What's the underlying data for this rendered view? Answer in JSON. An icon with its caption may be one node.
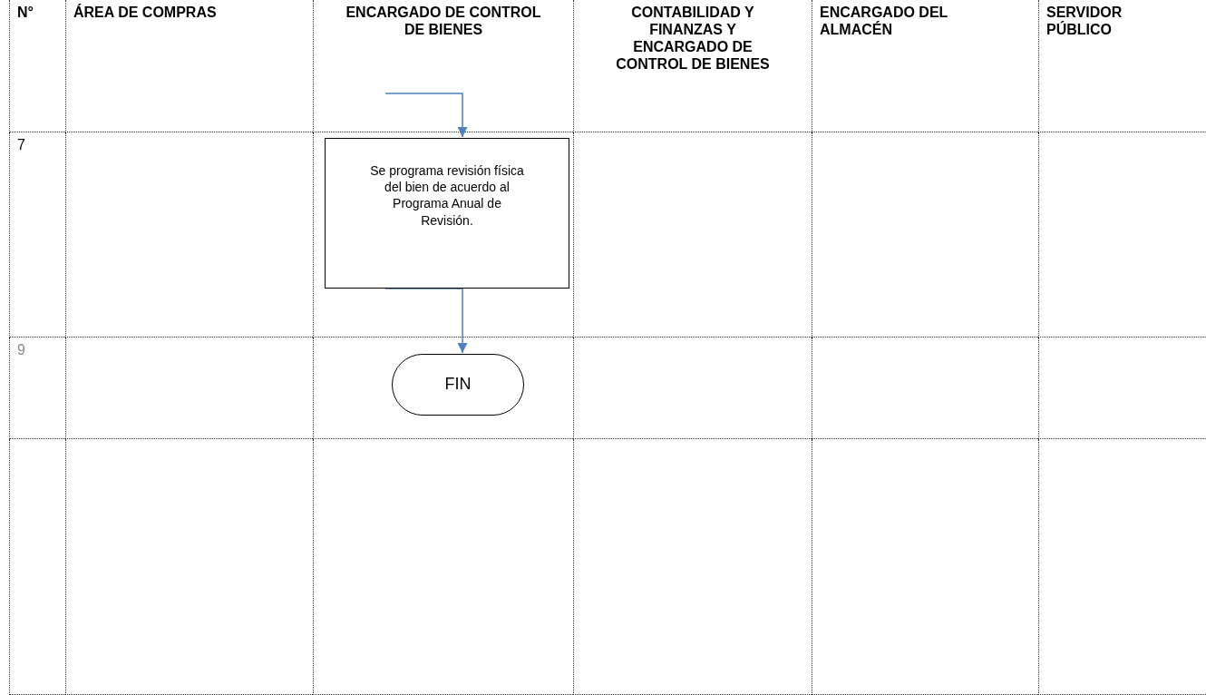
{
  "diagram": {
    "nodes": [
      {
        "text": [
          "Se programa revisión física del bien de acuerdo al Programa Anual de Revisión."
        ]
      },
      {
        "text": [
          "FIN"
        ]
      }
    ],
    "edges": [
      {
        "from": null,
        "to": 0,
        "arrow": "to"
      },
      {
        "from": 0,
        "to": 1,
        "arrow": "to"
      }
    ],
    "labels": [
      "N°",
      "ÁREA DE COMPRAS",
      "ENCARGADO DE CONTROL DE BIENES",
      "CONTABILIDAD Y FINANZAS Y ENCARGADO DE CONTROL DE BIENES",
      "ENCARGADO DEL ALMACÉN",
      "SERVIDOR PÚBLICO",
      "7",
      "9"
    ]
  }
}
